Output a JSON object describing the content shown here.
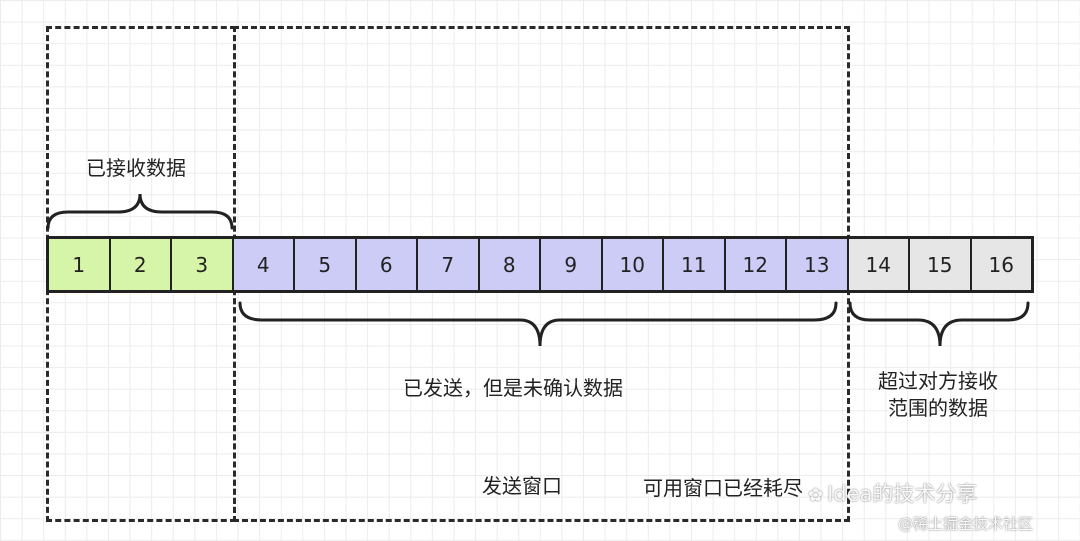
{
  "labels": {
    "received": "已接收数据",
    "sent_unacked": "已发送，但是未确认数据",
    "beyond_line1": "超过对方接收",
    "beyond_line2": "范围的数据",
    "send_window": "发送窗口",
    "window_exhausted": "可用窗口已经耗尽"
  },
  "segments": {
    "received": [
      "1",
      "2",
      "3"
    ],
    "sent_unacked": [
      "4",
      "5",
      "6",
      "7",
      "8",
      "9",
      "10",
      "11",
      "12",
      "13"
    ],
    "beyond": [
      "14",
      "15",
      "16"
    ]
  },
  "colors": {
    "received": "#d6f5a8",
    "sent_unacked": "#ccccf7",
    "beyond": "#e6e6e6"
  },
  "watermark": {
    "line1": "Idea的技术分享",
    "line2": "@稀土掘金技术社区",
    "icon": "wechat-icon"
  }
}
